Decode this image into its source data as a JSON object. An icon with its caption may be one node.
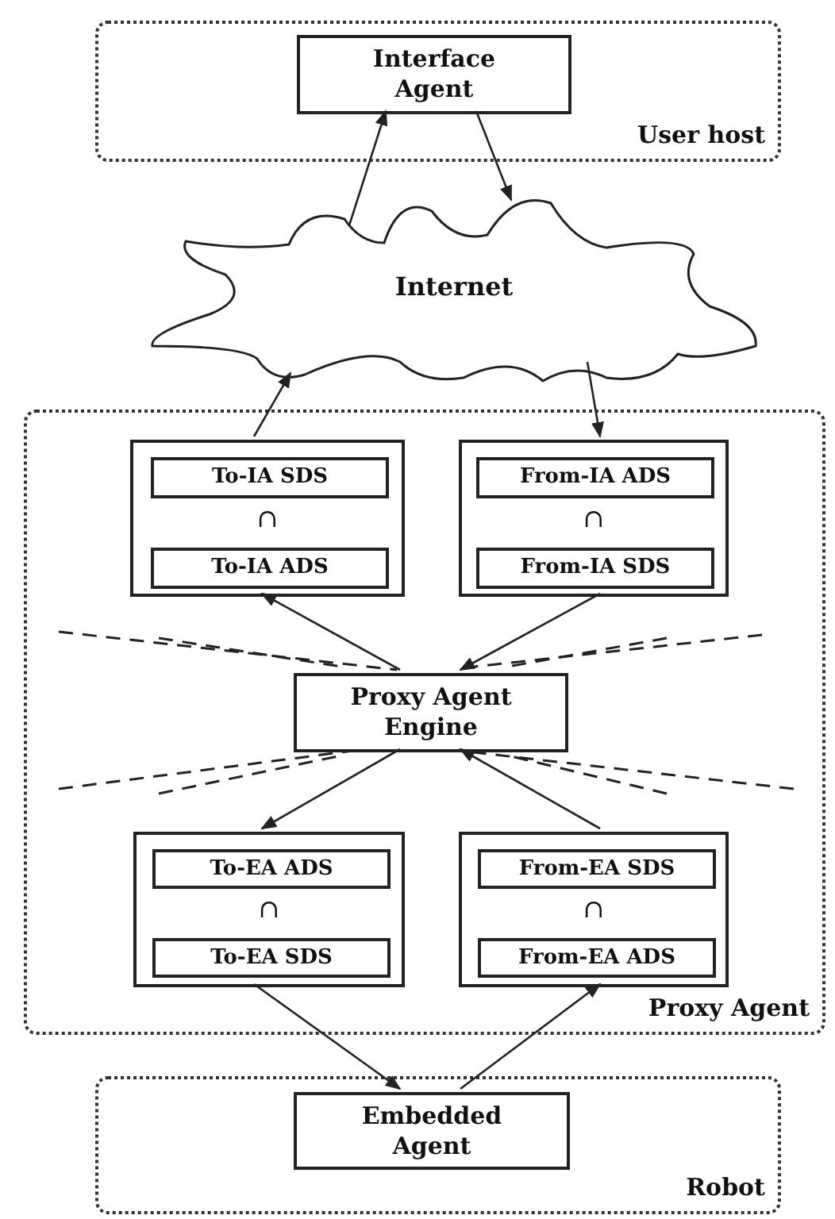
{
  "diagram": {
    "nodes": [
      {
        "text": [
          "User host"
        ]
      },
      {
        "text": [
          "Interface Agent"
        ],
        "in": 0
      },
      {
        "text": [
          "Internet"
        ]
      },
      {
        "text": [
          "Proxy Agent"
        ]
      },
      {
        "text": [
          "∩"
        ],
        "in": 3
      },
      {
        "text": [
          "To-IA SDS"
        ],
        "in": 4
      },
      {
        "text": [
          "To-IA ADS"
        ],
        "in": 4
      },
      {
        "text": [
          "∩"
        ],
        "in": 3
      },
      {
        "text": [
          "From-IA ADS"
        ],
        "in": 7
      },
      {
        "text": [
          "From-IA SDS"
        ],
        "in": 7
      },
      {
        "text": [
          "Proxy Agent Engine"
        ],
        "in": 3
      },
      {
        "text": [
          "∩"
        ],
        "in": 3
      },
      {
        "text": [
          "To-EA ADS"
        ],
        "in": 11
      },
      {
        "text": [
          "To-EA SDS"
        ],
        "in": 11
      },
      {
        "text": [
          "∩"
        ],
        "in": 3
      },
      {
        "text": [
          "From-EA SDS"
        ],
        "in": 14
      },
      {
        "text": [
          "From-EA ADS"
        ],
        "in": 14
      },
      {
        "text": [
          "Robot"
        ]
      },
      {
        "text": [
          "Embedded Agent"
        ],
        "in": 17
      }
    ],
    "edges": [
      {
        "from": 2,
        "to": 1,
        "arrow": "to"
      },
      {
        "from": 1,
        "to": 2,
        "arrow": "to"
      },
      {
        "from": 4,
        "to": 2,
        "arrow": "to"
      },
      {
        "from": 2,
        "to": 7,
        "arrow": "to"
      },
      {
        "from": 10,
        "to": 4,
        "arrow": "to"
      },
      {
        "from": 7,
        "to": 10,
        "arrow": "to"
      },
      {
        "from": 10,
        "to": 11,
        "arrow": "to"
      },
      {
        "from": 14,
        "to": 10,
        "arrow": "to"
      },
      {
        "from": 11,
        "to": 18,
        "arrow": "to"
      },
      {
        "from": 18,
        "to": 14,
        "arrow": "to"
      }
    ]
  }
}
